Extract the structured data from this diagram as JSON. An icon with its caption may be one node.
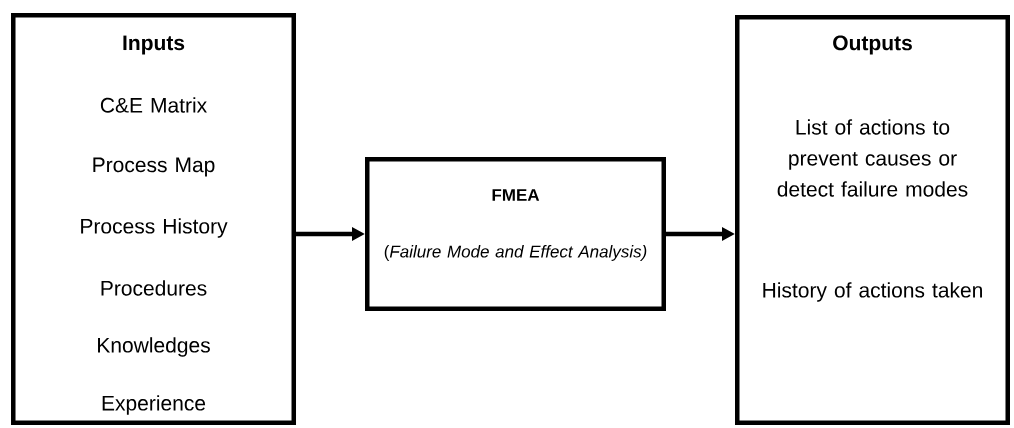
{
  "diagram": {
    "nodes": [
      {
        "text": [
          "Inputs",
          "C&E Matrix",
          "Process Map",
          "Process History",
          "Procedures",
          "Knowledges",
          "Experience"
        ]
      },
      {
        "text": [
          "FMEA",
          "(*Failure Mode and Effect Analysis)*"
        ]
      },
      {
        "text": [
          "Outputs",
          "List of actions to prevent causes or detect failure modes",
          "History of actions taken"
        ]
      }
    ],
    "edges": [
      {
        "from": 0,
        "to": 1,
        "arrow": "to"
      },
      {
        "from": 1,
        "to": 2,
        "arrow": "to"
      }
    ]
  }
}
